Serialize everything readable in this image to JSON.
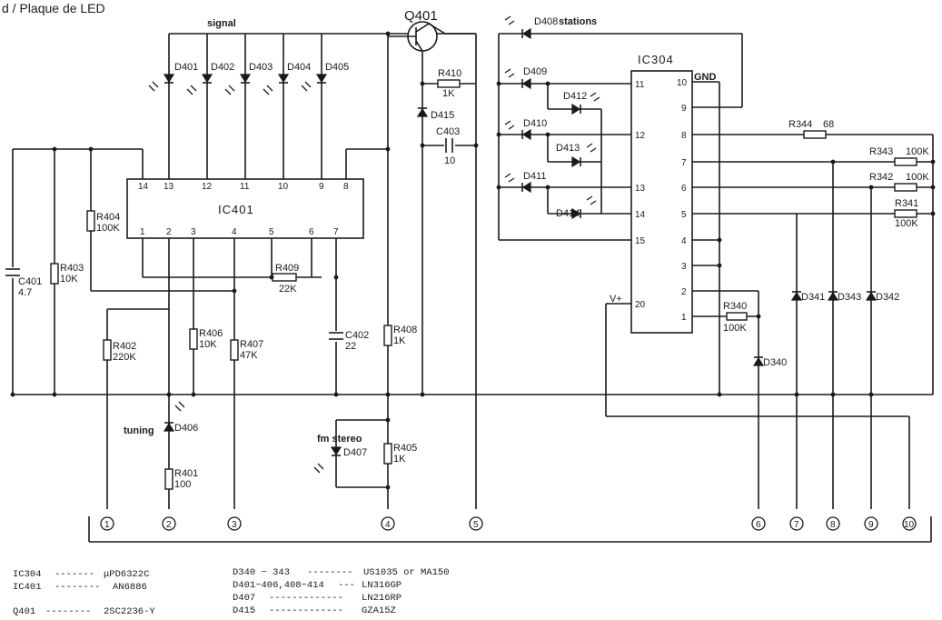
{
  "title": "d / Plaque de LED",
  "transistor": "Q401",
  "ic": {
    "left": "IC401",
    "right": "IC304"
  },
  "labels": {
    "signal": "signal",
    "stations": "stations",
    "gnd": "GND",
    "tuning": "tuning",
    "fm_stereo": "fm stereo",
    "vplus": "V+"
  },
  "ic401_pins_top": [
    "14",
    "13",
    "12",
    "11",
    "10",
    "9",
    "8"
  ],
  "ic401_pins_bottom": [
    "1",
    "2",
    "3",
    "4",
    "5",
    "6",
    "7"
  ],
  "ic304_pins_left": [
    "11",
    "12",
    "13",
    "14",
    "15",
    "20"
  ],
  "ic304_pins_right": [
    "10",
    "9",
    "8",
    "7",
    "6",
    "5",
    "4",
    "3",
    "2",
    "1"
  ],
  "diodes": {
    "d401": "D401",
    "d402": "D402",
    "d403": "D403",
    "d404": "D404",
    "d405": "D405",
    "d406": "D406",
    "d407": "D407",
    "d408": "D408",
    "d409": "D409",
    "d410": "D410",
    "d411": "D411",
    "d412": "D412",
    "d413": "D413",
    "d414": "D414",
    "d415": "D415",
    "d340": "D340",
    "d341": "D341",
    "d342": "D342",
    "d343": "D343"
  },
  "resistors": {
    "r401": {
      "name": "R401",
      "value": "100"
    },
    "r402": {
      "name": "R402",
      "value": "220K"
    },
    "r403": {
      "name": "R403",
      "value": "10K"
    },
    "r404": {
      "name": "R404",
      "value": "100K"
    },
    "r405": {
      "name": "R405",
      "value": "1K"
    },
    "r406": {
      "name": "R406",
      "value": "10K"
    },
    "r407": {
      "name": "R407",
      "value": "47K"
    },
    "r408": {
      "name": "R408",
      "value": "1K"
    },
    "r409": {
      "name": "R409",
      "value": "22K"
    },
    "r410": {
      "name": "R410",
      "value": "1K"
    },
    "r340": {
      "name": "R340",
      "value": "100K"
    },
    "r341": {
      "name": "R341",
      "value": "100K"
    },
    "r342": {
      "name": "R342",
      "value": "100K"
    },
    "r343": {
      "name": "R343",
      "value": "100K"
    },
    "r344": {
      "name": "R344",
      "value": "68"
    }
  },
  "capacitors": {
    "c401": {
      "name": "C401",
      "value": "4.7"
    },
    "c402": {
      "name": "C402",
      "value": "22"
    },
    "c403": {
      "name": "C403",
      "value": "10"
    }
  },
  "connectors": [
    "1",
    "2",
    "3",
    "4",
    "5",
    "6",
    "7",
    "8",
    "9",
    "10"
  ],
  "parts_list": {
    "col1": [
      {
        "ref": "IC304",
        "part": "μPD6322C"
      },
      {
        "ref": "IC401",
        "part": "AN6886"
      },
      {
        "ref": "Q401",
        "part": "2SC2236-Y"
      }
    ],
    "col2": [
      {
        "ref": "D340 ~ 343",
        "part": "US1035 or MA150"
      },
      {
        "ref": "D401~406,408~414",
        "part": "LN316GP"
      },
      {
        "ref": "D407",
        "part": "LN216RP"
      },
      {
        "ref": "D415",
        "part": "GZA15Z"
      }
    ]
  },
  "colors": {
    "ink": "#1a1a1a",
    "paper": "#ffffff"
  }
}
